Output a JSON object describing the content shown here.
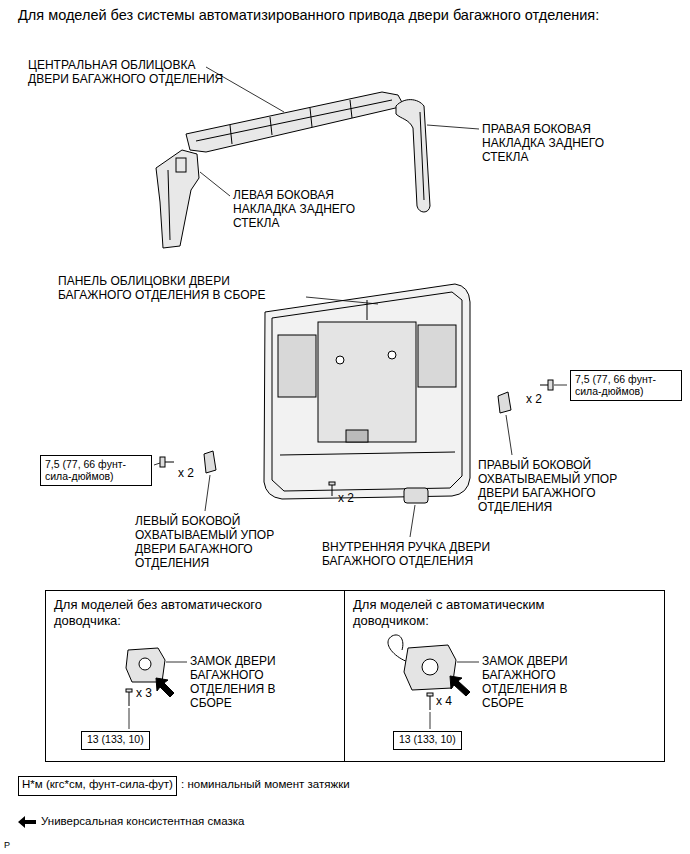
{
  "diagram": {
    "title": "Для моделей без системы автоматизированного привода двери багажного отделения:",
    "nodes": [
      {
        "text": [
          "7,5 (77, 66 фунт-сила-дюймов)"
        ]
      },
      {
        "text": [
          "7,5 (77, 66 фунт-сила-дюймов)"
        ]
      },
      {
        "text": [
          "Для моделей без автоматического доводчика:"
        ]
      },
      {
        "text": [
          "Для моделей с автоматическим доводчиком:"
        ]
      },
      {
        "text": [
          "13 (133, 10)"
        ],
        "in": 2
      },
      {
        "text": [
          "13 (133, 10)"
        ],
        "in": 3
      },
      {
        "text": [
          "Н*м (кгс*см, фунт-сила-фут)"
        ]
      }
    ],
    "labels": [
      "ЦЕНТРАЛЬНАЯ ОБЛИЦОВКА ДВЕРИ БАГАЖНОГО ОТДЕЛЕНИЯ",
      "ПРАВАЯ БОКОВАЯ НАКЛАДКА ЗАДНЕГО СТЕКЛА",
      "ЛЕВАЯ БОКОВАЯ НАКЛАДКА ЗАДНЕГО СТЕКЛА",
      "ПАНЕЛЬ ОБЛИЦОВКИ ДВЕРИ БАГАЖНОГО ОТДЕЛЕНИЯ В СБОРЕ",
      "x 2",
      "x 2",
      "ПРАВЫЙ БОКОВОЙ ОХВАТЫВАЕМЫЙ УПОР ДВЕРИ БАГАЖНОГО ОТДЕЛЕНИЯ",
      "x 2",
      "ЛЕВЫЙ БОКОВОЙ ОХВАТЫВАЕМЫЙ УПОР ДВЕРИ БАГАЖНОГО ОТДЕЛЕНИЯ",
      "ВНУТРЕННЯЯ РУЧКА ДВЕРИ БАГАЖНОГО ОТДЕЛЕНИЯ",
      "ЗАМОК ДВЕРИ БАГАЖНОГО ОТДЕЛЕНИЯ В СБОРЕ",
      "x 3",
      "ЗАМОК ДВЕРИ БАГАЖНОГО ОТДЕЛЕНИЯ В СБОРЕ",
      "x 4",
      ": номинальный момент затяжки",
      "P"
    ],
    "legend": [
      {
        "text": "Универсальная консистентная смазка"
      }
    ]
  }
}
